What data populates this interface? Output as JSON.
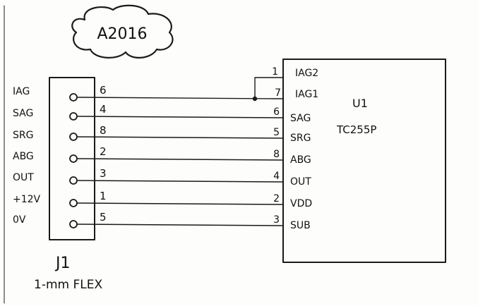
{
  "cloud_label": "A2016",
  "connector": {
    "ref": "J1",
    "description": "1-mm FLEX",
    "pins": [
      {
        "signal": "IAG",
        "pin": "6"
      },
      {
        "signal": "SAG",
        "pin": "4"
      },
      {
        "signal": "SRG",
        "pin": "8"
      },
      {
        "signal": "ABG",
        "pin": "2"
      },
      {
        "signal": "OUT",
        "pin": "3"
      },
      {
        "signal": "+12V",
        "pin": "1"
      },
      {
        "signal": "0V",
        "pin": "5"
      }
    ]
  },
  "chip": {
    "ref": "U1",
    "part": "TC255P",
    "pins": [
      {
        "num": "1",
        "name": "IAG2"
      },
      {
        "num": "7",
        "name": "IAG1"
      },
      {
        "num": "6",
        "name": "SAG"
      },
      {
        "num": "5",
        "name": "SRG"
      },
      {
        "num": "8",
        "name": "ABG"
      },
      {
        "num": "4",
        "name": "OUT"
      },
      {
        "num": "2",
        "name": "VDD"
      },
      {
        "num": "3",
        "name": "SUB"
      }
    ]
  }
}
